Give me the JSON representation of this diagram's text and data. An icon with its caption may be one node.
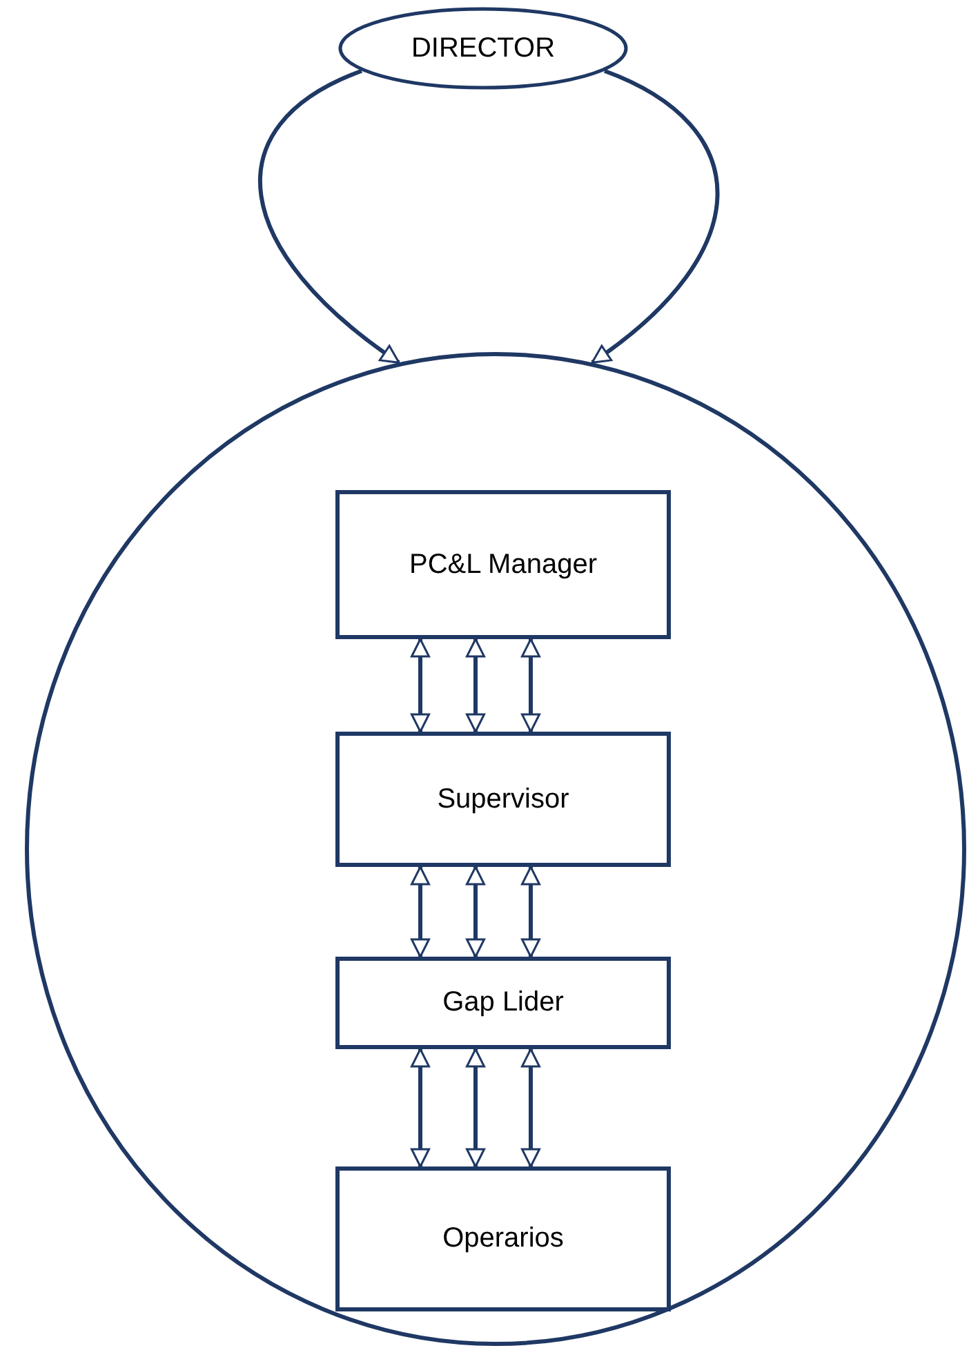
{
  "diagram": {
    "nodes": [
      {
        "text": [
          "DIRECTOR"
        ]
      },
      {
        "text": [],
        "shape": "circle"
      },
      {
        "text": [
          "PC&L Manager"
        ],
        "in": 1
      },
      {
        "text": [
          "Supervisor"
        ],
        "in": 1
      },
      {
        "text": [
          "Gap Lider"
        ],
        "in": 1
      },
      {
        "text": [
          "Operarios"
        ],
        "in": 1
      }
    ],
    "edges": [
      {
        "from": 0,
        "to": 1,
        "arrow": "to"
      },
      {
        "from": 0,
        "to": 1,
        "arrow": "to"
      },
      {
        "from": 2,
        "to": 3,
        "arrow": "both"
      },
      {
        "from": 2,
        "to": 3,
        "arrow": "both"
      },
      {
        "from": 2,
        "to": 3,
        "arrow": "both"
      },
      {
        "from": 3,
        "to": 4,
        "arrow": "both"
      },
      {
        "from": 3,
        "to": 4,
        "arrow": "both"
      },
      {
        "from": 3,
        "to": 4,
        "arrow": "both"
      },
      {
        "from": 4,
        "to": 5,
        "arrow": "both"
      },
      {
        "from": 4,
        "to": 5,
        "arrow": "both"
      },
      {
        "from": 4,
        "to": 5,
        "arrow": "both"
      }
    ]
  }
}
